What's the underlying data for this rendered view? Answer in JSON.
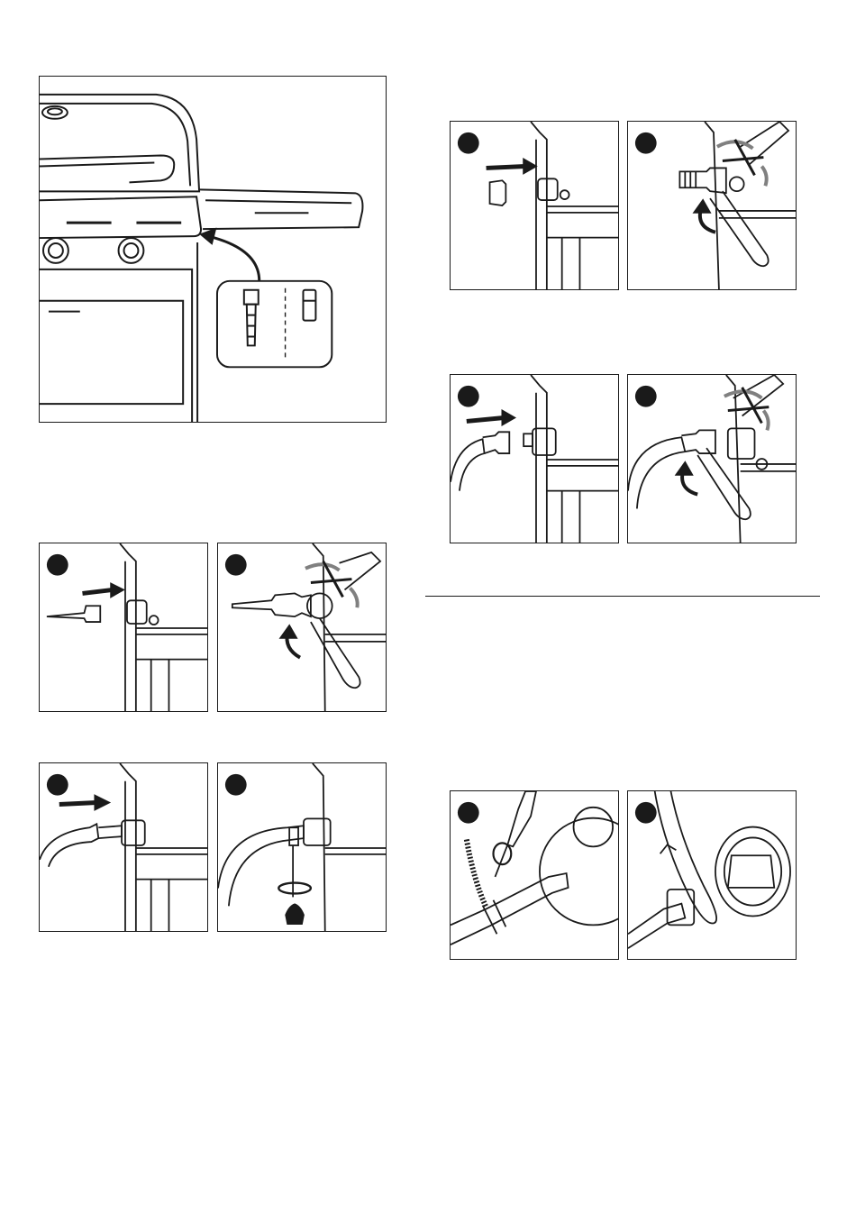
{
  "document": {
    "colors": {
      "line": "#1a1a1a",
      "step_marker": "#1a1a1a",
      "rotation_arrow": "#808080",
      "background": "#ffffff"
    },
    "figures": [
      {
        "id": "overview",
        "icon": "grill-overview-illustration"
      },
      {
        "id": "hose-nozzle-step-1",
        "icon": "insert-nozzle-illustration"
      },
      {
        "id": "hose-nozzle-step-2",
        "icon": "tighten-nozzle-wrench-illustration"
      },
      {
        "id": "hose-nozzle-step-3",
        "icon": "push-hose-illustration"
      },
      {
        "id": "hose-nozzle-step-4",
        "icon": "tighten-clamp-screwdriver-illustration"
      },
      {
        "id": "adapter-step-1",
        "icon": "insert-adapter-illustration"
      },
      {
        "id": "adapter-step-2",
        "icon": "tighten-adapter-wrench-illustration"
      },
      {
        "id": "threaded-hose-step-1",
        "icon": "attach-threaded-hose-illustration"
      },
      {
        "id": "threaded-hose-step-2",
        "icon": "tighten-hose-nut-wrench-illustration"
      },
      {
        "id": "regulator-step-1",
        "icon": "regulator-clamp-screwdriver-illustration"
      },
      {
        "id": "regulator-step-2",
        "icon": "regulator-cylinder-valve-illustration"
      }
    ]
  }
}
